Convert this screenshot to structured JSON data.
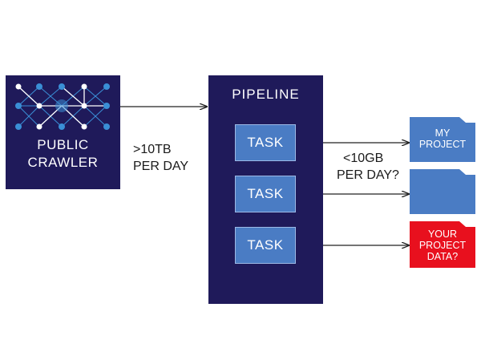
{
  "crawler": {
    "label_line1": "PUBLIC",
    "label_line2": "CRAWLER",
    "icon": "network-graph-icon",
    "box_color": "#1f1a5a"
  },
  "edge_crawler_to_pipeline": {
    "line1": ">10TB",
    "line2": "PER DAY"
  },
  "pipeline": {
    "title": "PIPELINE",
    "box_color": "#1f1a5a",
    "tasks": [
      {
        "label": "TASK"
      },
      {
        "label": "TASK"
      },
      {
        "label": "TASK"
      }
    ],
    "task_color": "#4a7cc4"
  },
  "edge_pipeline_to_projects": {
    "line1": "<10GB",
    "line2": "PER DAY?"
  },
  "folders": [
    {
      "line1": "MY",
      "line2": "PROJECT",
      "line3": "",
      "color": "#4a7cc4",
      "icon": "folder-icon"
    },
    {
      "line1": "",
      "line2": "",
      "line3": "",
      "color": "#4a7cc4",
      "icon": "folder-icon"
    },
    {
      "line1": "YOUR",
      "line2": "PROJECT",
      "line3": "DATA?",
      "color": "#e8101e",
      "icon": "folder-icon"
    }
  ]
}
